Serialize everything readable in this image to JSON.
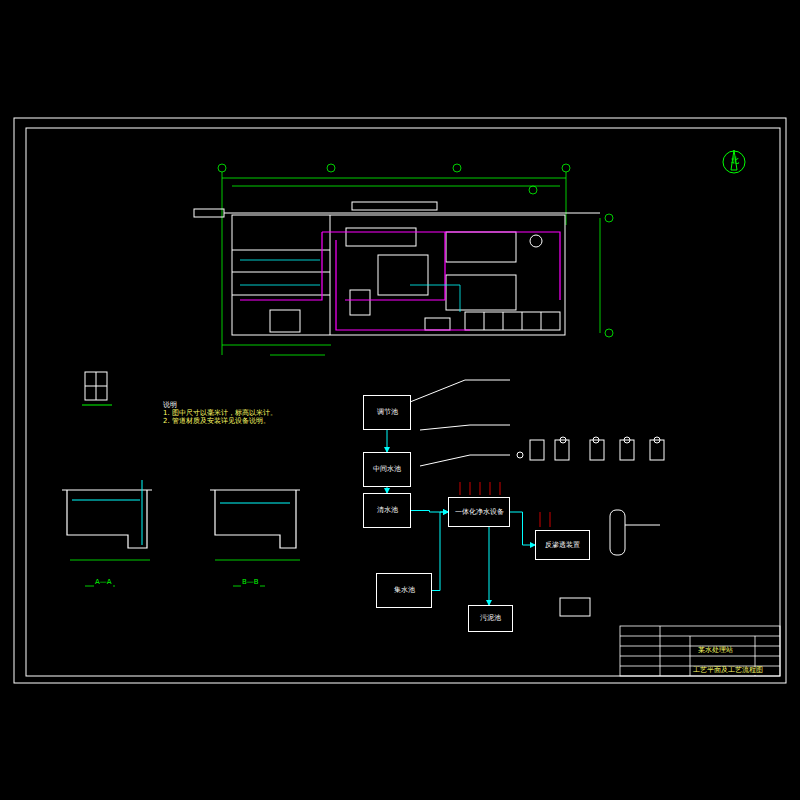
{
  "diagram": {
    "nodes": [
      {
        "text": [
          "调节池"
        ]
      },
      {
        "text": [
          "中间水池"
        ]
      },
      {
        "text": [
          "清水池"
        ]
      },
      {
        "text": [
          "一体化净水设备"
        ]
      },
      {
        "text": [
          "反渗透装置"
        ]
      },
      {
        "text": [
          "集水池"
        ]
      },
      {
        "text": [
          "污泥池"
        ]
      }
    ],
    "edges": [
      {
        "from": 0,
        "to": 1,
        "arrow": "to"
      },
      {
        "from": 1,
        "to": 2,
        "arrow": "to"
      },
      {
        "from": 2,
        "to": 3,
        "arrow": "to"
      },
      {
        "from": 3,
        "to": 4,
        "arrow": "to"
      },
      {
        "from": 5,
        "to": 3,
        "arrow": "to"
      },
      {
        "from": 3,
        "to": 6,
        "arrow": "to"
      }
    ],
    "labels": [
      "北",
      "A—A",
      "B—B",
      "说明",
      "1. 图中尺寸以毫米计，标高以米计。",
      "2. 管道材质及安装详见设备说明。",
      "某水处理站",
      "工艺平面及工艺流程图"
    ]
  }
}
